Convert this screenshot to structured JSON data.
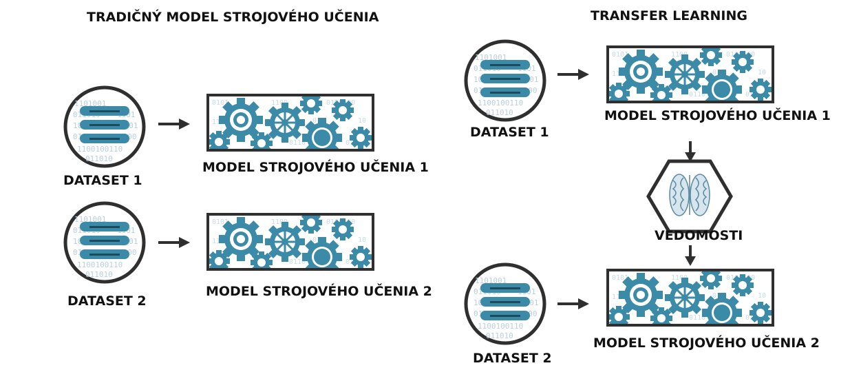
{
  "traditional": {
    "title": "TRADIČNÝ MODEL STROJOVÉHO UČENIA",
    "dataset1": "DATASET 1",
    "dataset2": "DATASET 2",
    "model1": "MODEL STROJOVÉHO UČENIA 1",
    "model2": "MODEL STROJOVÉHO UČENIA 2"
  },
  "transfer": {
    "title": "TRANSFER LEARNING",
    "dataset1": "DATASET 1",
    "dataset2": "DATASET 2",
    "model1": "MODEL STROJOVÉHO UČENIA 1",
    "model2": "MODEL STROJOVÉHO UČENIA 2",
    "knowledge": "VEDOMOSTI"
  },
  "binary_text": "0110100100110",
  "colors": {
    "accent": "#3b8aa8",
    "dark": "#2f2f2f",
    "binary": "#b9cfdc",
    "text": "#111111"
  },
  "icons": [
    "database-icon",
    "gears-icon",
    "brain-icon",
    "arrow-icon"
  ]
}
